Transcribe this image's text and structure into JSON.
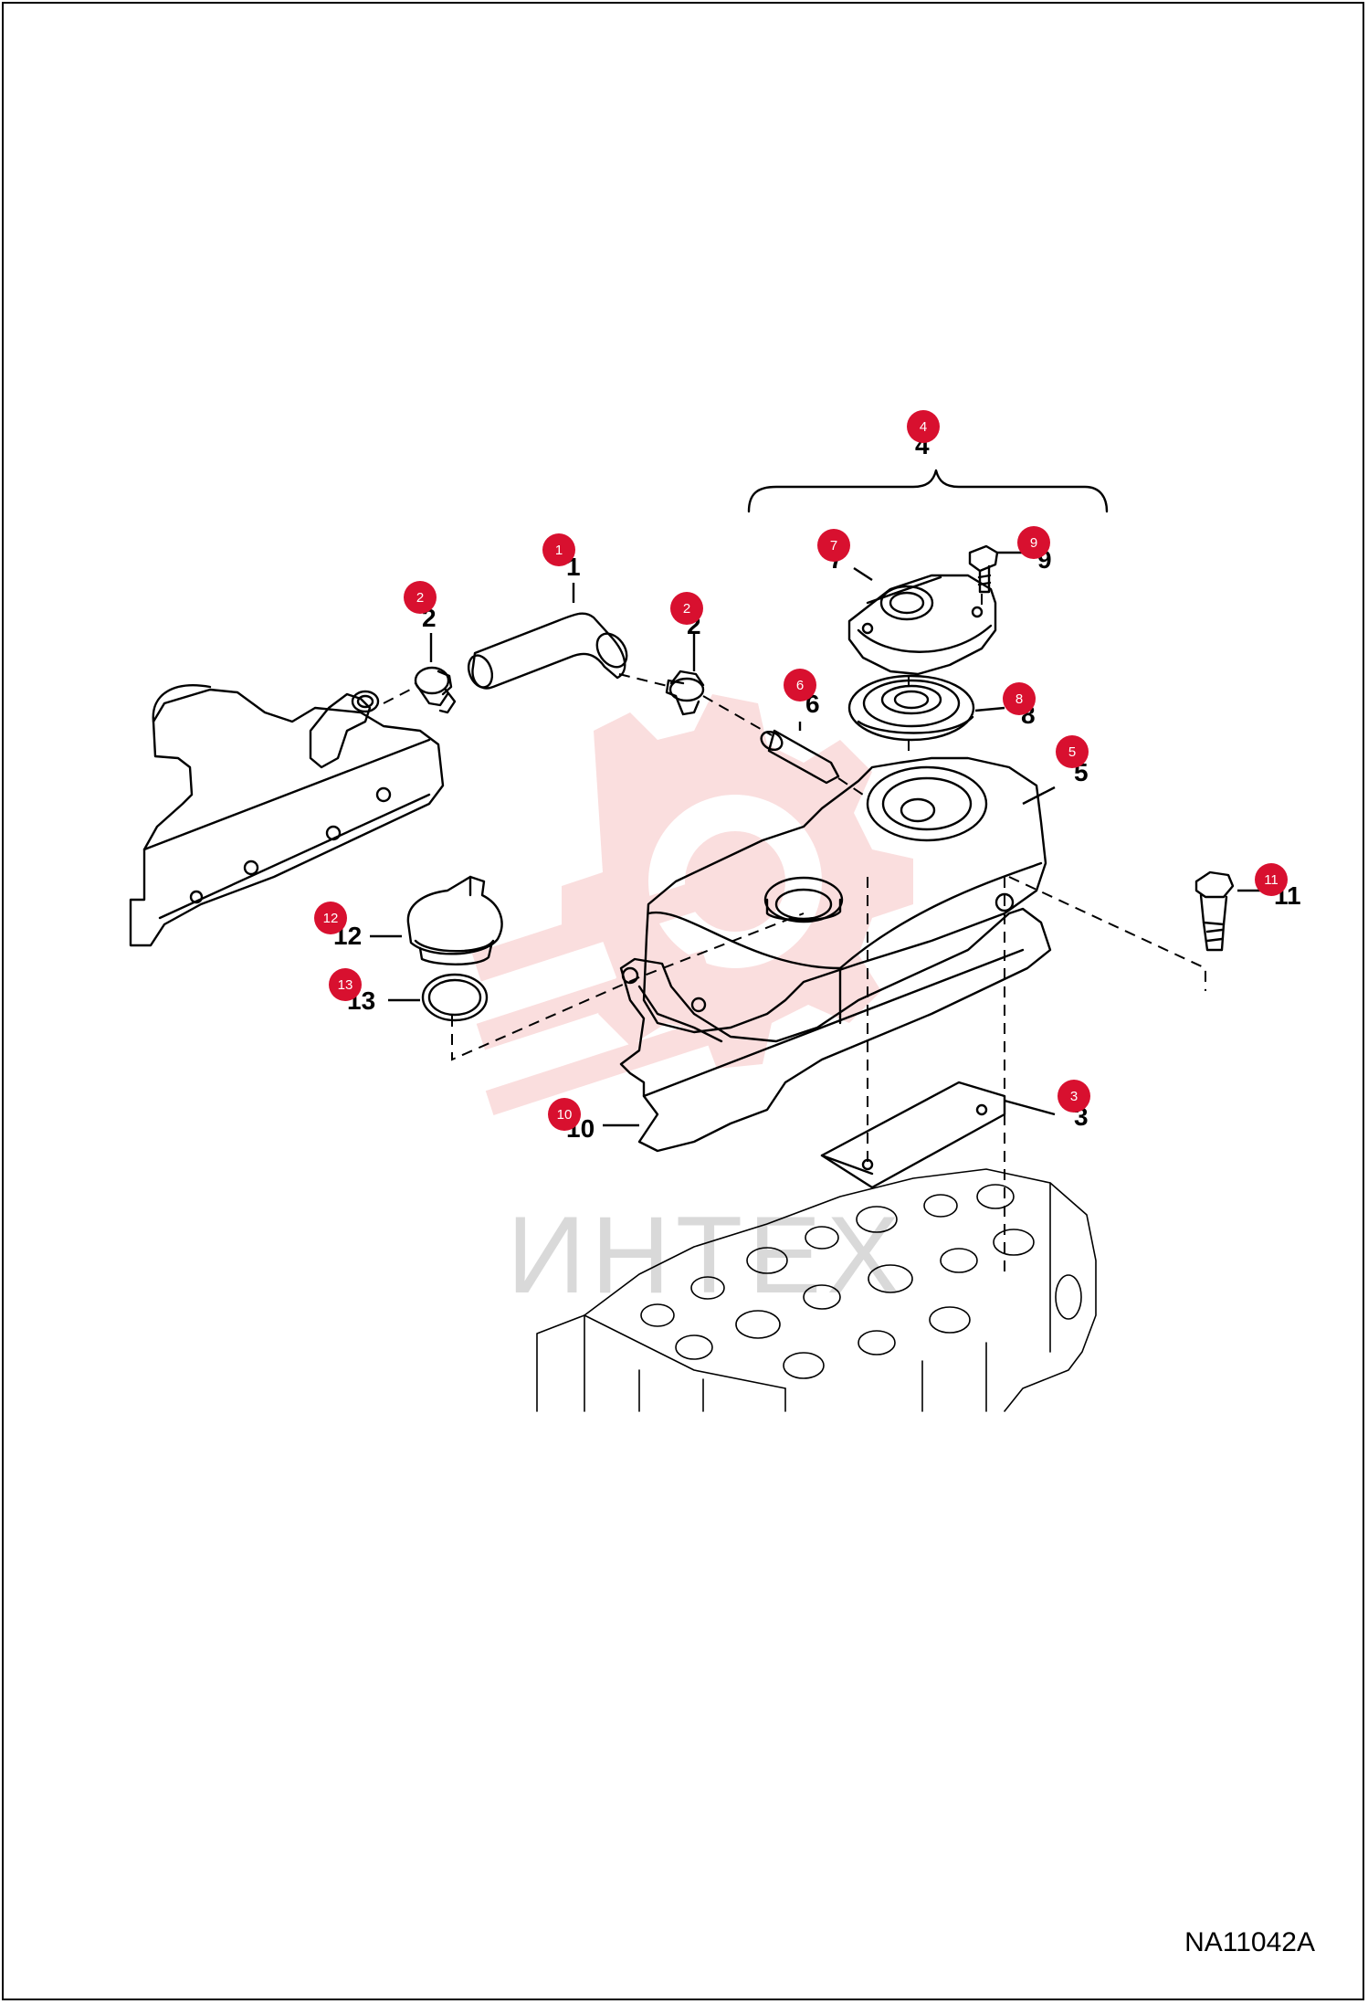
{
  "drawing_code": "NA11042A",
  "watermark_text": "ИНТЕХ",
  "colors": {
    "callout_bubble": "#d8102f",
    "watermark": "#f6c4c4",
    "line": "#000000"
  },
  "callouts": [
    {
      "id": "c4",
      "bubble": "4",
      "label": "4"
    },
    {
      "id": "c1",
      "bubble": "1",
      "label": "1"
    },
    {
      "id": "c2a",
      "bubble": "2",
      "label": "2"
    },
    {
      "id": "c2b",
      "bubble": "2",
      "label": "2"
    },
    {
      "id": "c7",
      "bubble": "7",
      "label": "7"
    },
    {
      "id": "c9",
      "bubble": "9",
      "label": "9"
    },
    {
      "id": "c6",
      "bubble": "6",
      "label": "6"
    },
    {
      "id": "c8",
      "bubble": "8",
      "label": "8"
    },
    {
      "id": "c5",
      "bubble": "5",
      "label": "5"
    },
    {
      "id": "c11",
      "bubble": "11",
      "label": "11"
    },
    {
      "id": "c12",
      "bubble": "12",
      "label": "12"
    },
    {
      "id": "c13",
      "bubble": "13",
      "label": "13"
    },
    {
      "id": "c3",
      "bubble": "3",
      "label": "3"
    },
    {
      "id": "c10",
      "bubble": "10",
      "label": "10"
    }
  ]
}
